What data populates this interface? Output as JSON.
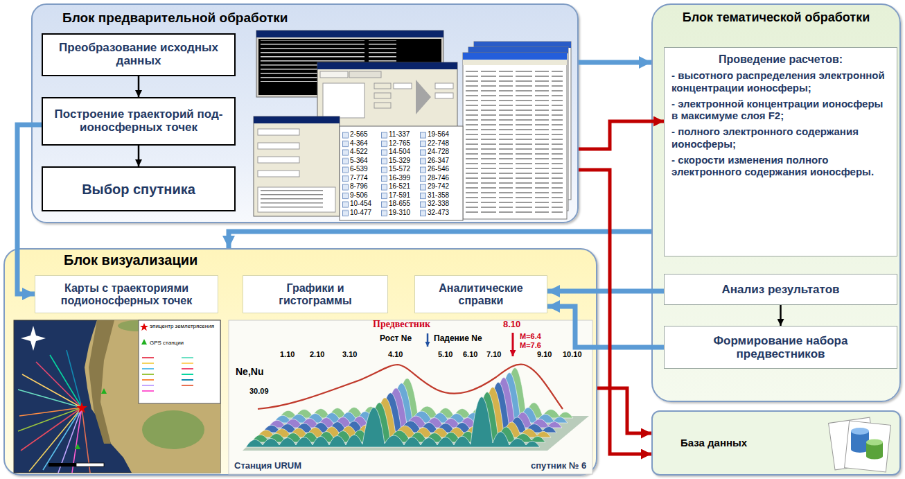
{
  "diagram": {
    "nodes": [
      {
        "text": [
          "Блок предварительной обработки"
        ]
      },
      {
        "text": [
          "Преобразование исходных данных"
        ],
        "in": 0
      },
      {
        "text": [
          "Построение траекторий под-ионосферных точек"
        ],
        "in": 0
      },
      {
        "text": [
          "Выбор спутника"
        ],
        "in": 0
      },
      {
        "text": [
          "Блок тематической обработки"
        ]
      },
      {
        "text": [
          "Проведение расчетов:",
          "- высотного распределения электронной концентрации ионосферы;",
          "- электронной концентрации ионосферы в максимуме слоя F2;",
          "- полного электронного содержания ионосферы;",
          "- скорости изменения полного электронного содержания ионосферы."
        ],
        "in": 4
      },
      {
        "text": [
          "Анализ результатов"
        ],
        "in": 4
      },
      {
        "text": [
          "Формирование набора предвестников"
        ],
        "in": 4
      },
      {
        "text": [
          "Блок визуализации"
        ]
      },
      {
        "text": [
          "Карты с траекториями подионосферных точек"
        ],
        "in": 8
      },
      {
        "text": [
          "Графики и гистограммы"
        ],
        "in": 8
      },
      {
        "text": [
          "Аналитические справки"
        ],
        "in": 8
      },
      {
        "text": [
          "База данных"
        ]
      }
    ],
    "edges": [
      {
        "from": 1,
        "to": 2,
        "arrow": "to"
      },
      {
        "from": 2,
        "to": 3,
        "arrow": "to"
      },
      {
        "from": 6,
        "to": 7,
        "arrow": "to"
      },
      {
        "from": 0,
        "to": 4,
        "arrow": "to"
      },
      {
        "from": 2,
        "to": 9,
        "arrow": "to"
      },
      {
        "from": 4,
        "to": 8,
        "arrow": "to"
      },
      {
        "from": 6,
        "to": 11,
        "arrow": "to"
      },
      {
        "from": 7,
        "to": 11,
        "arrow": "to"
      },
      {
        "from": 0,
        "to": 5,
        "arrow": "to"
      },
      {
        "from": 8,
        "to": 12,
        "arrow": "to"
      },
      {
        "from": 0,
        "to": 12,
        "arrow": "to"
      }
    ],
    "labels": [
      "2-565",
      "11-337",
      "19-564",
      "4-364",
      "12-765",
      "22-748",
      "4-522",
      "14-504",
      "24-728",
      "5-364",
      "15-329",
      "26-347",
      "6-539",
      "15-572",
      "26-546",
      "7-774",
      "16-399",
      "28-746",
      "8-796",
      "16-521",
      "29-742",
      "9-506",
      "17-591",
      "31-358",
      "10-454",
      "18-655",
      "32-338",
      "10-477",
      "19-310",
      "32-473",
      "Ne,Nu",
      "30.09",
      "1.10",
      "2.10",
      "3.10",
      "4.10",
      "5.10",
      "6.10",
      "7.10",
      "8.10",
      "M=6.4",
      "M=7.6",
      "9.10",
      "10.10",
      "Предвестник",
      "Рост Ne",
      "Падение Ne",
      "Станция URUM",
      "спутник № 6"
    ],
    "legend": [
      {
        "text": "эпицентр землетрясения"
      },
      {
        "text": "GPS станции"
      }
    ]
  }
}
